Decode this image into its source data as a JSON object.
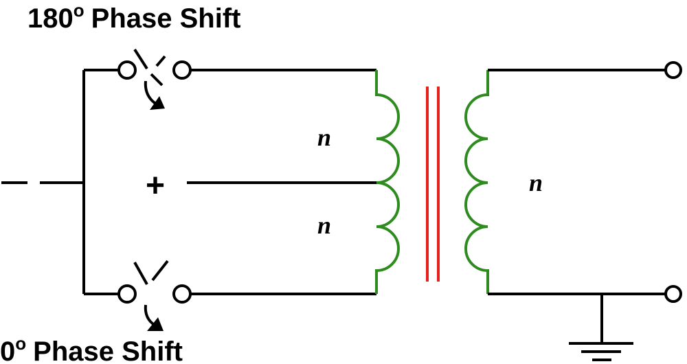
{
  "labels": {
    "top_shift_number": "180",
    "top_shift_superscript": "o",
    "top_shift_text": "Phase Shift",
    "bottom_shift_number": "0",
    "bottom_shift_superscript": "o",
    "bottom_shift_text": "Phase Shift",
    "minus_sign": "– –",
    "plus_sign": "+",
    "primary_upper_turns": "n",
    "primary_lower_turns": "n",
    "secondary_turns": "n"
  },
  "colors": {
    "wire": "#000000",
    "winding": "#2e8b1e",
    "core": "#e8201c",
    "background": "#ffffff"
  },
  "icons": {
    "switch": "spdt-switch-with-rotation-arrow",
    "ground": "ground-symbol",
    "terminal": "open-circle-terminal"
  }
}
